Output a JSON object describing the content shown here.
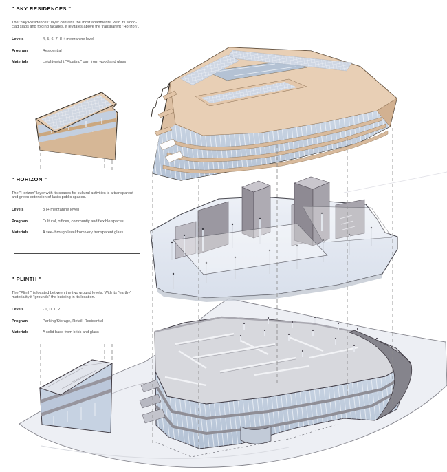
{
  "page": {
    "background": "#ffffff",
    "kind": "architectural exploded axonometric diagram"
  },
  "sections": [
    {
      "id": "sky-residences",
      "title": "\" SKY RESIDENCES \"",
      "description": "The \"Sky Residences\" layer contains the most apartments. With its wood-clad slabs and folding facades, it levitates above the transparent \"Horizon\".",
      "specs": [
        {
          "label": "Levels",
          "value": "4, 5, 6, 7, 8 + mezzanine level"
        },
        {
          "label": "Program",
          "value": "Residential"
        },
        {
          "label": "Materials",
          "value": "Leightweight \"Floating\" part from wood and glass"
        }
      ]
    },
    {
      "id": "horizon",
      "title": "\" HORIZON \"",
      "description": "The \"Horizon\" layer with its spaces for cultural activities is a transparent and green extension of Iasi's public spaces.",
      "specs": [
        {
          "label": "Levels",
          "value": "3 (+ mezzanine level)"
        },
        {
          "label": "Program",
          "value": "Cultural, offices, communtiy and flexible spaces"
        },
        {
          "label": "Materials",
          "value": "A see-through level from very transparent glass"
        }
      ]
    },
    {
      "id": "plinth",
      "title": "\" PLINTH \"",
      "description": "The \"Plinth\" is located between the two ground levels. With its \"earthy\" materiality it \"grounds\" the building in its location.",
      "specs": [
        {
          "label": "Levels",
          "value": "- 1, 0, 1, 2"
        },
        {
          "label": "Program",
          "value": "Parking/Storage, Retail, Residential"
        },
        {
          "label": "Materials",
          "value": "A solid base from brick and glass"
        }
      ]
    }
  ],
  "illustration": {
    "layers": [
      "sky-residences-rendering",
      "horizon-rendering",
      "plinth-rendering"
    ],
    "colors": {
      "wood_tan": "#dcbfa2",
      "wood_light": "#e8cfb5",
      "wood_edge": "#8a6e51",
      "solar_panel": "#cfd7e4",
      "glass_blue": "#c3cfe0",
      "core_gray": "#a8a5ad",
      "plinth_gray": "#87868e",
      "terrain": "#edeff4",
      "outline_dark": "#3c362f",
      "dash_gray": "#8e8e8e"
    }
  }
}
